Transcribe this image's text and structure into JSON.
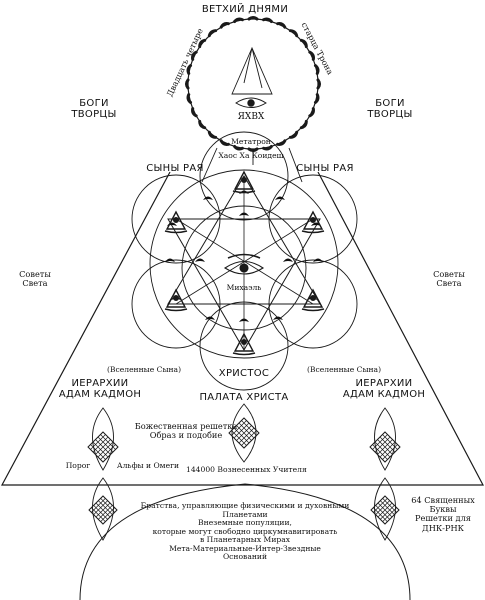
{
  "title": "ВЕТХИЙ ДНЯМИ",
  "arc_left": "Двадцать четыре",
  "arc_right": "старца Трона",
  "throne": {
    "name": "ЯХВХ",
    "metatron": "Метатрон",
    "chaos": "Хаос Ха Коидеш"
  },
  "gods_left": [
    "БОГИ",
    "ТВОРЦЫ"
  ],
  "gods_right": [
    "БОГИ",
    "ТВОРЦЫ"
  ],
  "sons_left": "СЫНЫ РАЯ",
  "sons_right": "СЫНЫ РАЯ",
  "councils_left": [
    "Советы",
    "Света"
  ],
  "councils_right": [
    "Советы",
    "Света"
  ],
  "michael": "Михаэль",
  "christ": "ХРИСТОС",
  "universes_left": "(Вселенные Сына)",
  "universes_right": "(Вселенные Сына)",
  "hierarchy_left": [
    "ИЕРАРХИИ",
    "АДАМ КАДМОН"
  ],
  "hierarchy_right": [
    "ИЕРАРХИИ",
    "АДАМ КАДМОН"
  ],
  "christ_chamber": "ПАЛАТА ХРИСТА",
  "divine_grid": [
    "Божественная решетка",
    "Образ и подобие"
  ],
  "threshold_left": "Порог",
  "alpha_omega": "Альфы и Омеги",
  "teachers": "144000 Вознесенных Учителя",
  "bottom_text": [
    "Братства, управляющие физическими и духовными",
    "Планетами",
    "Внеземные популяции,",
    "которые могут свободно циркумнавигировать",
    "в Планетарных Мирах",
    "Мета-Материальные-Интер-Звездные",
    "Оснований"
  ],
  "letters": [
    "64 Священных",
    "Буквы",
    "Решетки для",
    "ДНК-РНК"
  ]
}
